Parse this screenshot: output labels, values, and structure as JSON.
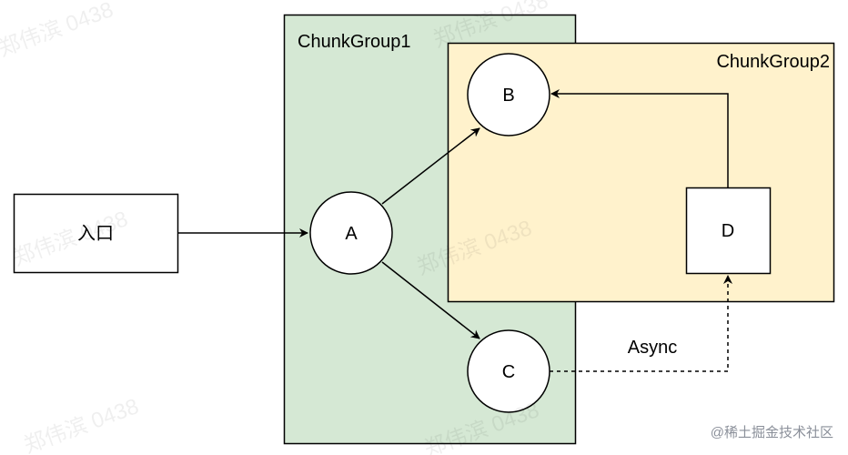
{
  "groups": {
    "group1": {
      "label": "ChunkGroup1",
      "fill": "#d5e8d4",
      "stroke": "#000000"
    },
    "group2": {
      "label": "ChunkGroup2",
      "fill": "#fff2cc",
      "stroke": "#000000"
    }
  },
  "nodes": {
    "entry": {
      "label": "入口",
      "shape": "rectangle"
    },
    "a": {
      "label": "A",
      "shape": "circle"
    },
    "b": {
      "label": "B",
      "shape": "circle"
    },
    "c": {
      "label": "C",
      "shape": "circle"
    },
    "d": {
      "label": "D",
      "shape": "rectangle"
    }
  },
  "edges": {
    "entry_to_a": {
      "from": "入口",
      "to": "A",
      "style": "solid"
    },
    "a_to_b": {
      "from": "A",
      "to": "B",
      "style": "solid"
    },
    "a_to_c": {
      "from": "A",
      "to": "C",
      "style": "solid"
    },
    "d_to_b": {
      "from": "D",
      "to": "B",
      "style": "solid"
    },
    "c_to_d": {
      "from": "C",
      "to": "D",
      "style": "dashed",
      "label": "Async"
    }
  },
  "watermark": {
    "text": "郑伟滨 0438"
  },
  "credit": {
    "text": "@稀土掘金技术社区"
  }
}
